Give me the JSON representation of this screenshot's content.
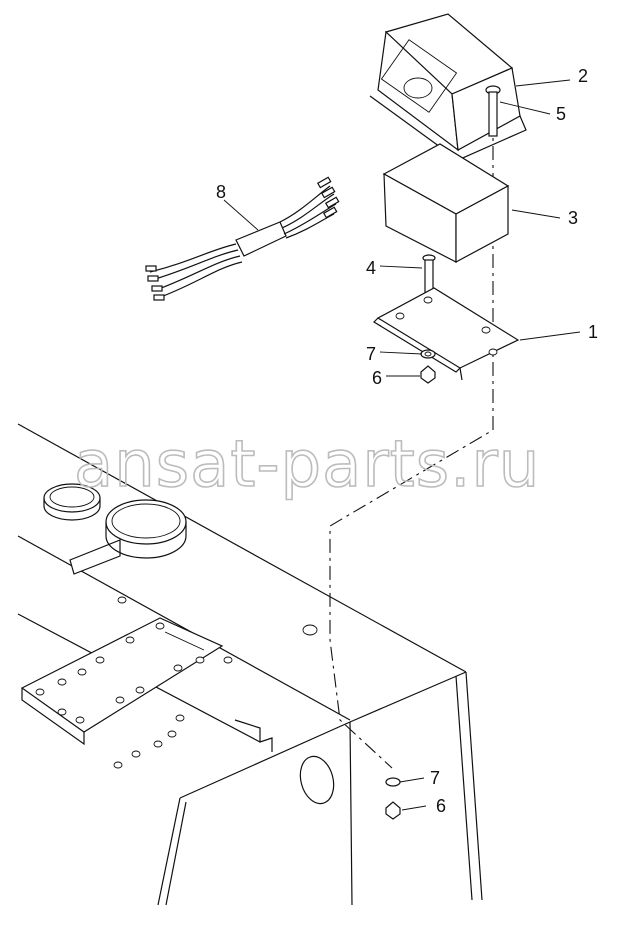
{
  "watermark": "ansat-parts.ru",
  "callouts": {
    "c1": "1",
    "c2": "2",
    "c3": "3",
    "c4": "4",
    "c5": "5",
    "c6_top": "6",
    "c6_bottom": "6",
    "c7_top": "7",
    "c7_bottom": "7",
    "c8": "8"
  }
}
